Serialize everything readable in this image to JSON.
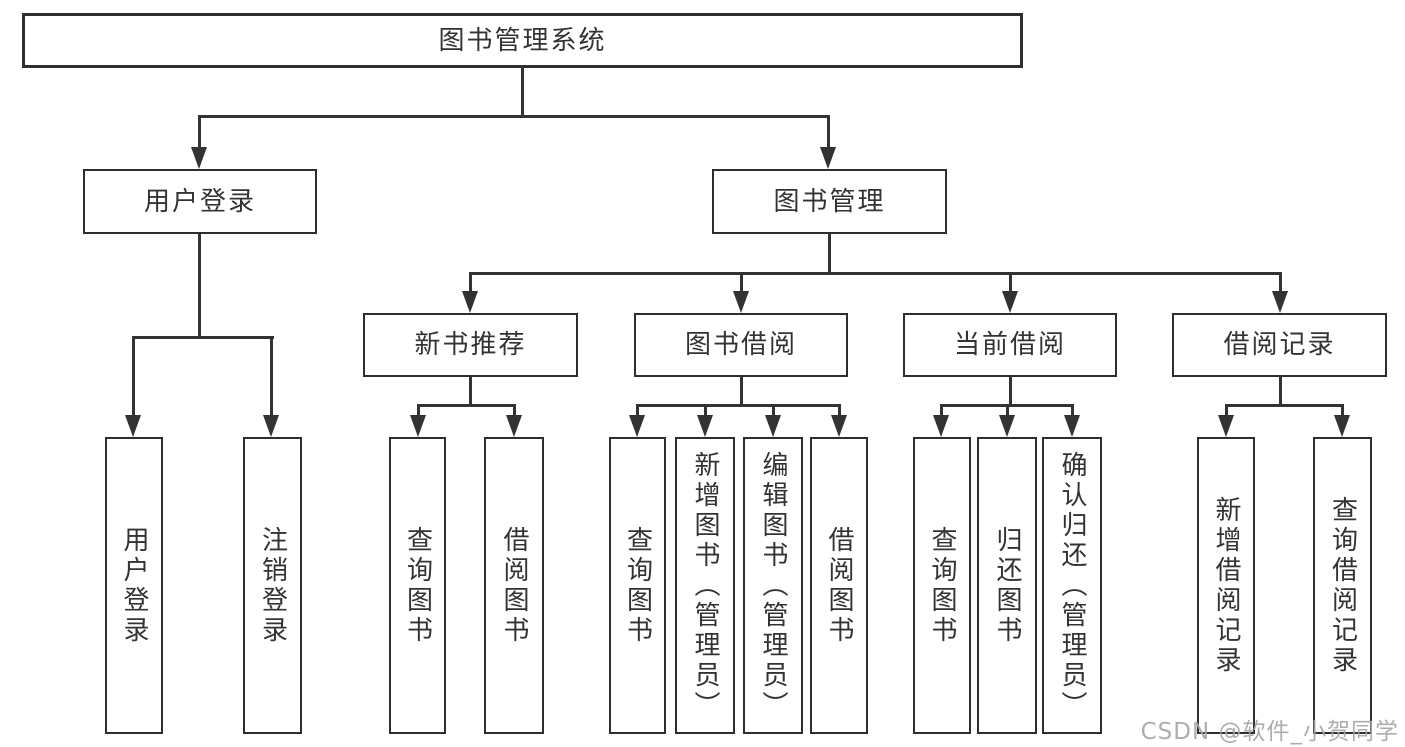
{
  "diagram": {
    "root": {
      "label": "图书管理系统"
    },
    "level2": [
      "用户登录",
      "图书管理"
    ],
    "level3": [
      "新书推荐",
      "图书借阅",
      "当前借阅",
      "借阅记录"
    ],
    "leaves": {
      "user_login": [
        "用户登录",
        "注销登录"
      ],
      "new_book_recommend": [
        "查询图书",
        "借阅图书"
      ],
      "book_borrow": [
        "查询图书",
        "新增图书（管理员）",
        "编辑图书（管理员）",
        "借阅图书"
      ],
      "current_borrow": [
        "查询图书",
        "归还图书",
        "确认归还（管理员）"
      ],
      "borrow_records": [
        "新增借阅记录",
        "查询借阅记录"
      ]
    }
  },
  "colors": {
    "line": "#333333",
    "text": "#333333",
    "background": "#ffffff",
    "watermark": "#a6a6a6"
  },
  "watermark": {
    "text": "CSDN @软件_小贺同学"
  }
}
